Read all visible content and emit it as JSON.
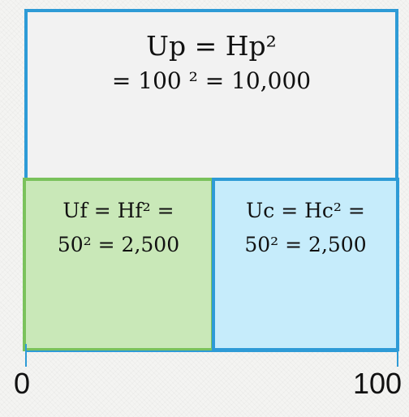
{
  "diagram": {
    "producer": {
      "line1": "Up = Hp²",
      "line2": "= 100 ² = 10,000"
    },
    "firm": {
      "line1": "Uf = Hf²  =",
      "line2": "50² = 2,500"
    },
    "consumer": {
      "line1": "Uc = Hc²  =",
      "line2": "50² = 2,500"
    },
    "axis": {
      "min_label": "0",
      "max_label": "100"
    }
  },
  "colors": {
    "outer_border": "#2e9bd6",
    "firm_border": "#7ac25c",
    "firm_fill": "#c9e8b8",
    "consumer_fill": "#c6ecfb"
  }
}
